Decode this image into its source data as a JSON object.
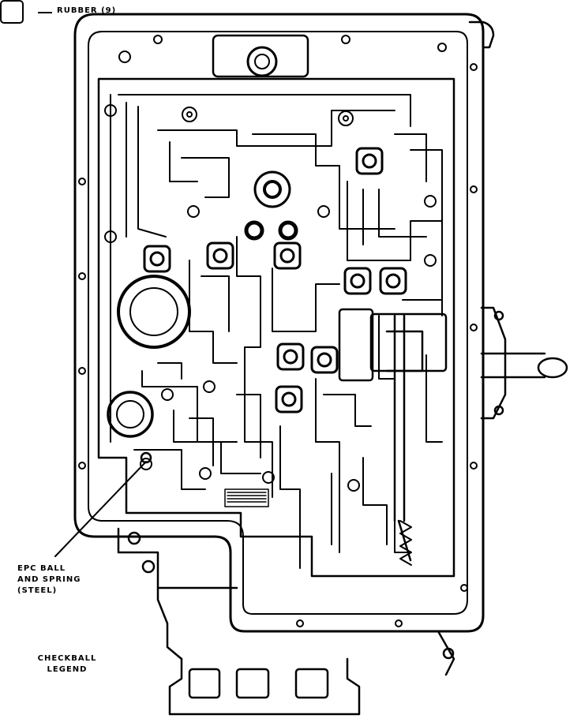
{
  "figure": {
    "callout_epc": {
      "line1": "EPC BALL",
      "line2": "AND SPRING",
      "line3": "(STEEL)"
    },
    "legend": {
      "title_line1": "CHECKBALL",
      "title_line2": "LEGEND",
      "item_label": "— RUBBER (9)",
      "item_label_text": "RUBBER (9)"
    }
  },
  "colors": {
    "ink": "#000000",
    "paper": "#ffffff"
  }
}
